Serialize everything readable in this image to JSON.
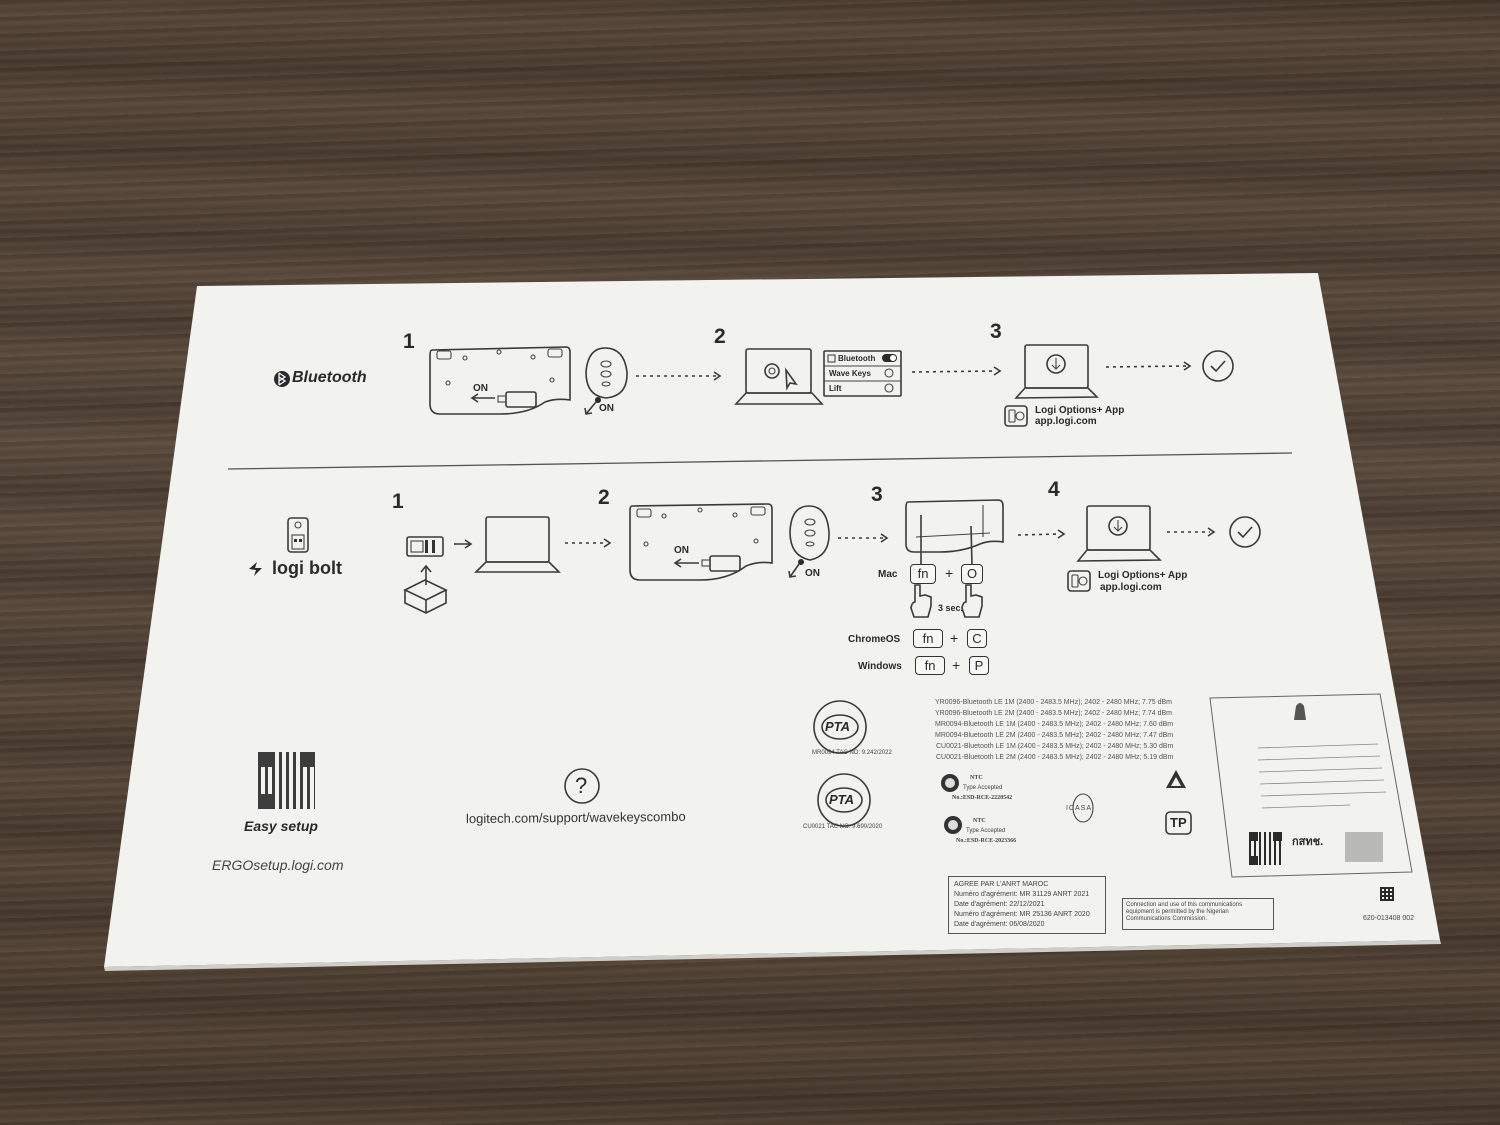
{
  "bluetooth": {
    "brand": "Bluetooth",
    "steps": [
      "1",
      "2",
      "3"
    ],
    "on_label_keyboard": "ON",
    "on_label_mouse": "ON",
    "menu": [
      "Bluetooth",
      "Wave Keys",
      "Lift"
    ],
    "app_name": "Logi Options+ App",
    "app_url": "app.logi.com"
  },
  "bolt": {
    "brand": "logi bolt",
    "steps": [
      "1",
      "2",
      "3",
      "4"
    ],
    "on_label_keyboard": "ON",
    "on_label_mouse": "ON",
    "mac_label": "Mac",
    "mac_keys": [
      "fn",
      "+",
      "O"
    ],
    "hold_time": "3 sec.",
    "chromeos_label": "ChromeOS",
    "chromeos_keys": [
      "fn",
      "+",
      "C"
    ],
    "windows_label": "Windows",
    "windows_keys": [
      "fn",
      "+",
      "P"
    ],
    "app_name": "Logi Options+ App",
    "app_url": "app.logi.com"
  },
  "footer": {
    "easy_setup": "Easy setup",
    "ergo_url": "ERGOsetup.logi.com",
    "help_symbol": "?",
    "support_url": "logitech.com/support/wavekeyscombo"
  },
  "regulatory": {
    "pta1": {
      "logo": "PTA",
      "text": "MR0094 TAC NO: 9.242/2022"
    },
    "pta2": {
      "logo": "PTA",
      "text": "CU0021 TAC NO: 9.690/2020"
    },
    "rf_lines": [
      "YR0096-Bluetooth LE 1M (2400 - 2483.5 MHz); 2402 - 2480 MHz; 7.75 dBm",
      "YR0096-Bluetooth LE 2M (2400 - 2483.5 MHz); 2402 - 2480 MHz; 7.74 dBm",
      "MR0094-Bluetooth LE 1M (2400 - 2483.5 MHz); 2402 - 2480 MHz; 7.60 dBm",
      "MR0094-Bluetooth LE 2M (2400 - 2483.5 MHz); 2402 - 2480 MHz; 7.47 dBm",
      "CU0021-Bluetooth LE 1M (2400 - 2483.5 MHz); 2402 - 2480 MHz; 5.30 dBm",
      "CU0021-Bluetooth LE 2M (2400 - 2483.5 MHz); 2402 - 2480 MHz; 5.19 dBm"
    ],
    "ntc1": {
      "title": "NTC",
      "sub": "Type Accepted",
      "no": "No.:ESD-RCE-2228542"
    },
    "ntc2": {
      "title": "NTC",
      "sub": "Type Accepted",
      "no": "No.:ESD-RCE-2023366"
    },
    "icasa": "ICASA",
    "tp_mark": "TP",
    "anrt": [
      "AGREE PAR L'ANRT MAROC",
      "Numéro d'agrément: MR 31129 ANRT 2021",
      "Date d'agrément: 22/12/2021",
      "Numéro d'agrément: MR 25136 ANRT 2020",
      "Date d'agrément: 06/08/2020"
    ],
    "nigeria": "Connection and use of this communications equipment is permitted by the Nigerian Communications Commission.",
    "nbtc": "กสทช.",
    "part_no": "620-013408 002"
  },
  "colors": {
    "paper": "#f2f2ef",
    "ink": "#2a2a2a",
    "wood": "#5a4a3d"
  }
}
